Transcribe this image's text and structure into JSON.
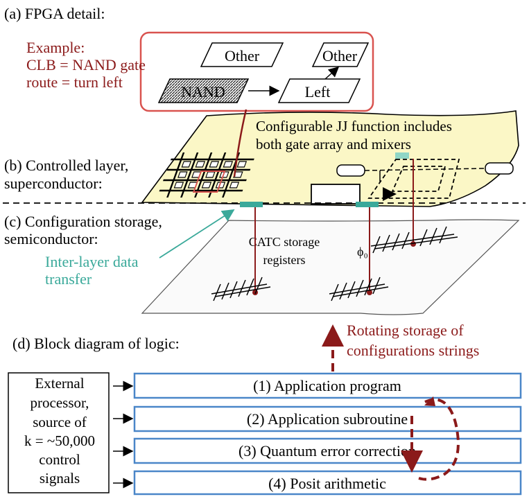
{
  "colors": {
    "dark_red": "#8b1a1a",
    "teal": "#3aa99a",
    "box_blue": "#4a86c8",
    "layer_yellow": "#fbf7c6",
    "pink_border": "#d9534f"
  },
  "section_a": {
    "title": "(a) FPGA detail:",
    "example_lines": [
      "Example:",
      "CLB = NAND gate",
      "route = turn left"
    ],
    "box_labels": [
      "Other",
      "Other",
      "NAND",
      "Left"
    ]
  },
  "section_b": {
    "title_lines": [
      "(b) Controlled layer,",
      "superconductor:"
    ],
    "caption_lines": [
      "Configurable JJ function includes",
      "both gate array and mixers"
    ]
  },
  "section_c": {
    "title_lines": [
      "(c) Configuration storage,",
      "semiconductor:"
    ],
    "transfer_lines": [
      "Inter-layer data",
      "transfer"
    ],
    "storage_lines": [
      "CATC storage",
      "registers"
    ],
    "phi_label": "ϕ₀"
  },
  "rotating_lines": [
    "Rotating storage of",
    "configurations strings"
  ],
  "section_d": {
    "title": "(d) Block diagram of logic:",
    "processor_lines": [
      "External",
      "processor,",
      "source of",
      "k = ~50,000",
      "control",
      "signals"
    ],
    "blocks": [
      "(1) Application program",
      "(2) Application subroutine",
      "(3) Quantum error correction",
      "(4) Posit arithmetic"
    ]
  }
}
